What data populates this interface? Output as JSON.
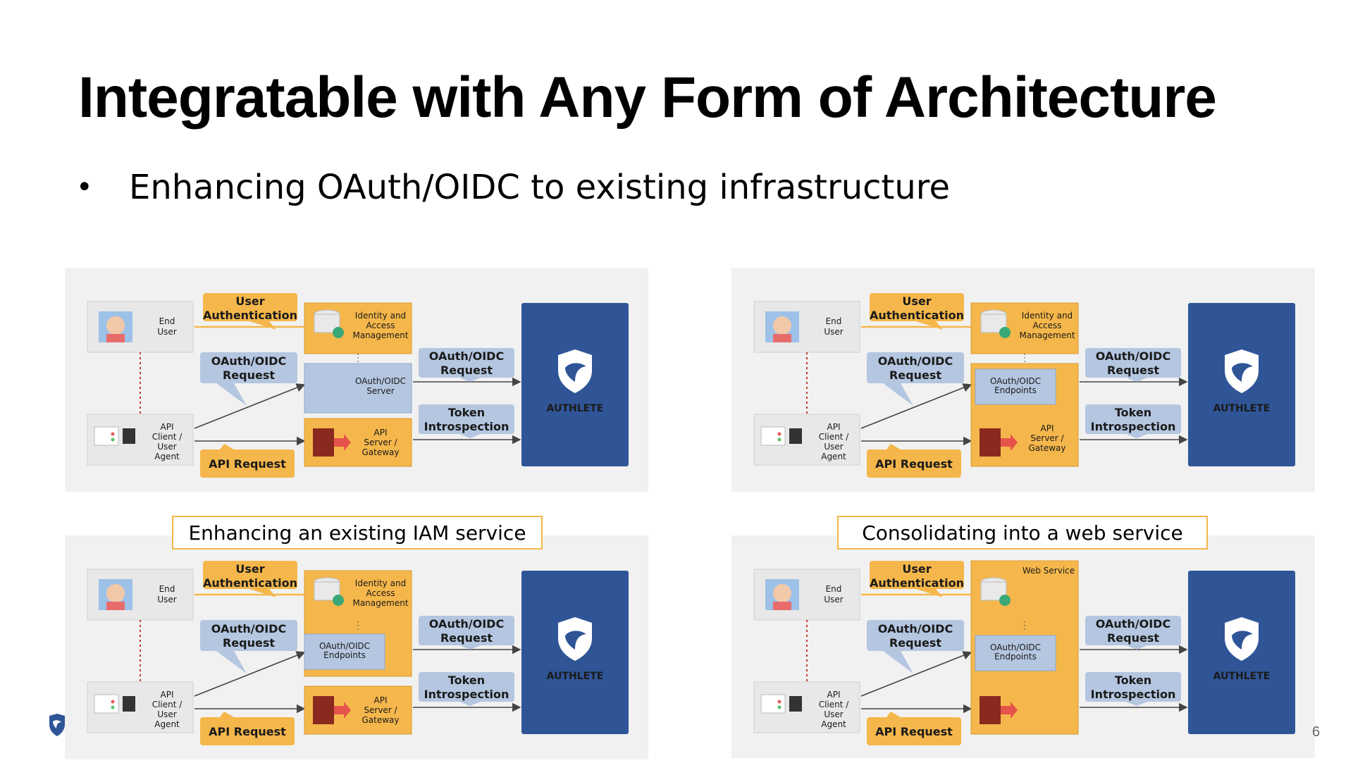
{
  "slide": {
    "title": "Integratable with Any Form of Architecture",
    "bullet": "Enhancing OAuth/OIDC to existing infrastructure",
    "page_number": "6"
  },
  "captions": {
    "bottom_left": "Enhancing an existing IAM service",
    "bottom_right": "Consolidating into a web service"
  },
  "diagram_labels": {
    "end_user": [
      "End",
      "User"
    ],
    "api_client": [
      "API",
      "Client /",
      "User",
      "Agent"
    ],
    "user_auth": [
      "User",
      "Authentication"
    ],
    "oauth_request": [
      "OAuth/OIDC",
      "Request"
    ],
    "api_request": "API Request",
    "token_introspection": [
      "Token",
      "Introspection"
    ],
    "iam": [
      "Identity and",
      "Access",
      "Management"
    ],
    "oauth_server": [
      "OAuth/OIDC",
      "Server"
    ],
    "oauth_endpoints": [
      "OAuth/OIDC",
      "Endpoints"
    ],
    "api_gateway": [
      "API",
      "Server /",
      "Gateway"
    ],
    "web_service": "Web Service",
    "brand": "AUTHLETE"
  },
  "colors": {
    "navy": "#2f5597",
    "orange": "#f5b74b",
    "blue_grey": "#b4c6e0",
    "panel": "#f1f1f1"
  },
  "panels": [
    {
      "variant": "standalone"
    },
    {
      "variant": "integrated-endpoints"
    },
    {
      "variant": "enhance-iam"
    },
    {
      "variant": "web-service"
    }
  ]
}
